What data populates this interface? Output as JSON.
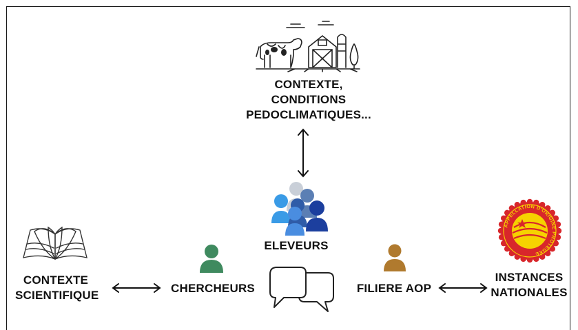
{
  "nodes": {
    "context": {
      "lines": [
        "CONTEXTE,",
        "CONDITIONS",
        "PEDOCLIMATIQUES..."
      ],
      "icon": "farm-icon"
    },
    "breeders": {
      "label": "ELEVEURS",
      "icon": "people-group-icon"
    },
    "researchers": {
      "label": "CHERCHEURS",
      "icon": "person-icon",
      "color": "#3f8a5f"
    },
    "scientific": {
      "lines": [
        "CONTEXTE",
        "SCIENTIFIQUE"
      ],
      "icon": "open-book-icon"
    },
    "aop_sector": {
      "label": "FILIERE AOP",
      "icon": "person-icon",
      "color": "#b07a2e"
    },
    "national": {
      "lines": [
        "INSTANCES",
        "NATIONALES"
      ],
      "icon": "aop-seal-icon",
      "seal_text": "APPELLATION D'ORIGINE PROTÉGÉE"
    },
    "dialogue": {
      "icon": "speech-bubbles-icon"
    }
  },
  "colors": {
    "seal_red": "#d8262b",
    "seal_yellow": "#f6d200",
    "people": [
      "#c9cfd8",
      "#5b7fb4",
      "#3a9be6",
      "#2f5ca8",
      "#4a8de0",
      "#1c3f9e"
    ]
  }
}
